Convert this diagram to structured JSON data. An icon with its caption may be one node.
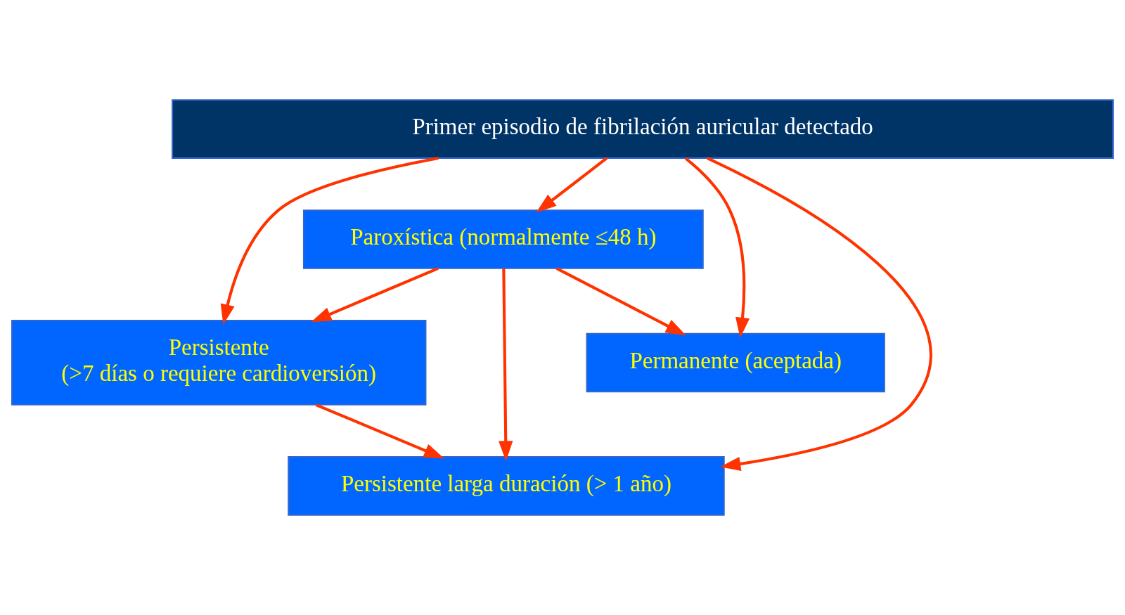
{
  "diagram": {
    "nodes": [
      {
        "text": [
          "Primer episodio de fibrilación auricular detectado"
        ]
      },
      {
        "text": [
          "Paroxística (normalmente ≤48 h)"
        ]
      },
      {
        "text": [
          "Persistente",
          "(>7 días o requiere cardioversión)"
        ]
      },
      {
        "text": [
          "Persistente larga duración (> 1 año)"
        ]
      },
      {
        "text": [
          "Permanente (aceptada)"
        ]
      }
    ],
    "edges": [
      {
        "from": 0,
        "to": 1,
        "arrow": "to"
      },
      {
        "from": 0,
        "to": 2,
        "arrow": "to"
      },
      {
        "from": 0,
        "to": 3,
        "arrow": "to"
      },
      {
        "from": 0,
        "to": 4,
        "arrow": "to"
      },
      {
        "from": 1,
        "to": 2,
        "arrow": "to"
      },
      {
        "from": 2,
        "to": 3,
        "arrow": "to"
      },
      {
        "from": 1,
        "to": 3,
        "arrow": "to"
      },
      {
        "from": 1,
        "to": 4,
        "arrow": "to"
      }
    ]
  }
}
